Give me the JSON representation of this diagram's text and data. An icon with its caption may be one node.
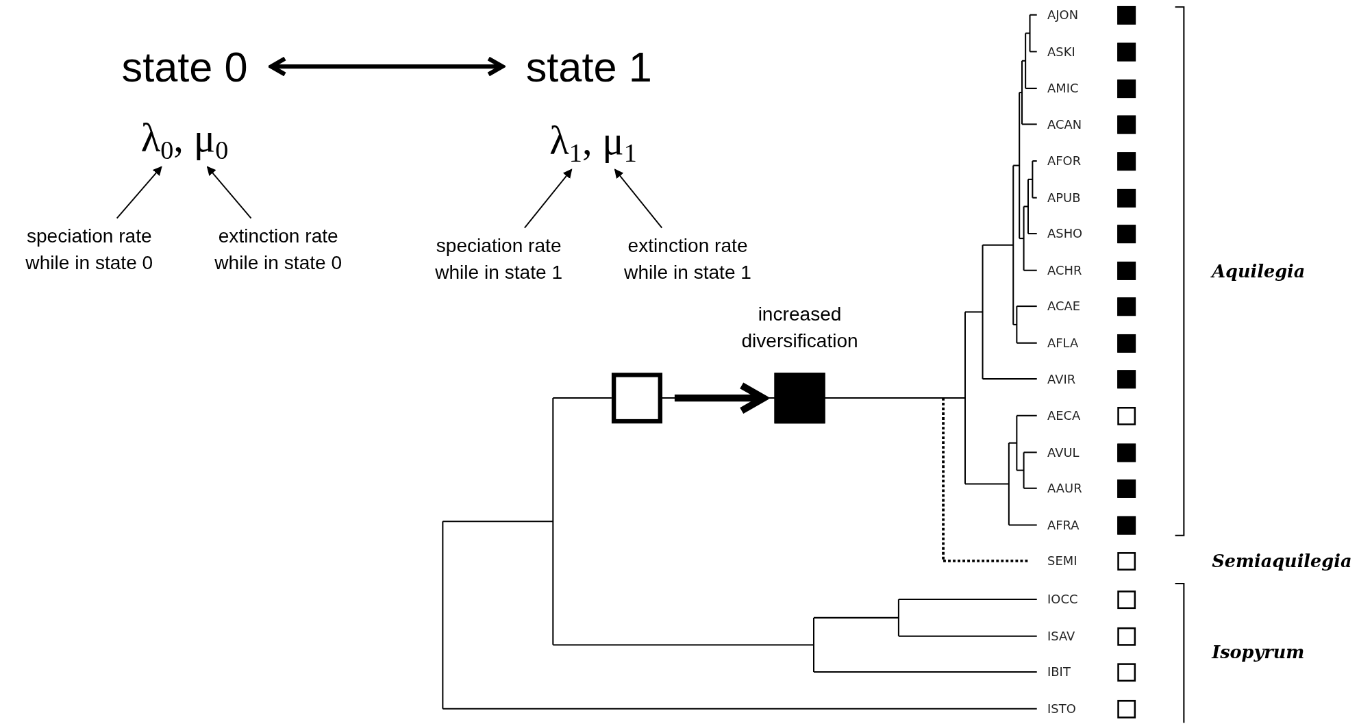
{
  "diagram": {
    "nodes": [
      {
        "text": [
          "state 0"
        ]
      },
      {
        "text": [
          "state 1"
        ]
      },
      {
        "text": [
          "λ$_{0}$, μ$_{0}$"
        ]
      },
      {
        "text": [
          "λ$_{1}$, μ$_{1}$"
        ]
      },
      {
        "text": [
          "speciation rate while in state 0"
        ]
      },
      {
        "text": [
          "extinction rate while in state 0"
        ]
      },
      {
        "text": [
          "speciation rate while in state 1"
        ]
      },
      {
        "text": [
          "extinction rate while in state 1"
        ]
      },
      {
        "text": [],
        "shape": "box"
      },
      {
        "text": [],
        "shape": "box",
        "beside": [
          "increased diversification"
        ]
      }
    ],
    "edges": [
      {
        "from": 0,
        "to": 1,
        "arrow": "both",
        "style": "thick"
      },
      {
        "from": 4,
        "to": 2,
        "arrow": "to"
      },
      {
        "from": 5,
        "to": 2,
        "arrow": "to"
      },
      {
        "from": 6,
        "to": 3,
        "arrow": "to"
      },
      {
        "from": 7,
        "to": 3,
        "arrow": "to"
      },
      {
        "from": 8,
        "to": 9,
        "arrow": "to",
        "style": "thick"
      }
    ],
    "labels": [
      "AJON",
      "ASKI",
      "AMIC",
      "ACAN",
      "AFOR",
      "APUB",
      "ASHO",
      "ACHR",
      "Aquilegia",
      "ACAE",
      "AFLA",
      "AVIR",
      "AECA",
      "AVUL",
      "AAUR",
      "AFRA",
      "SEMI",
      "Semiaquilegia",
      "IOCC",
      "ISAV",
      "Isopyrum",
      "IBIT",
      "ISTO"
    ]
  }
}
